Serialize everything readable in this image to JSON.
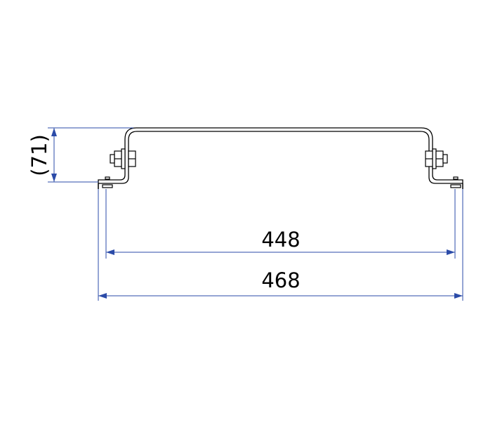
{
  "colors": {
    "dimension": "#2b4ba8",
    "part": "#000000"
  },
  "dimensions": {
    "height": "(71)",
    "inner_width": "448",
    "outer_width": "468"
  }
}
